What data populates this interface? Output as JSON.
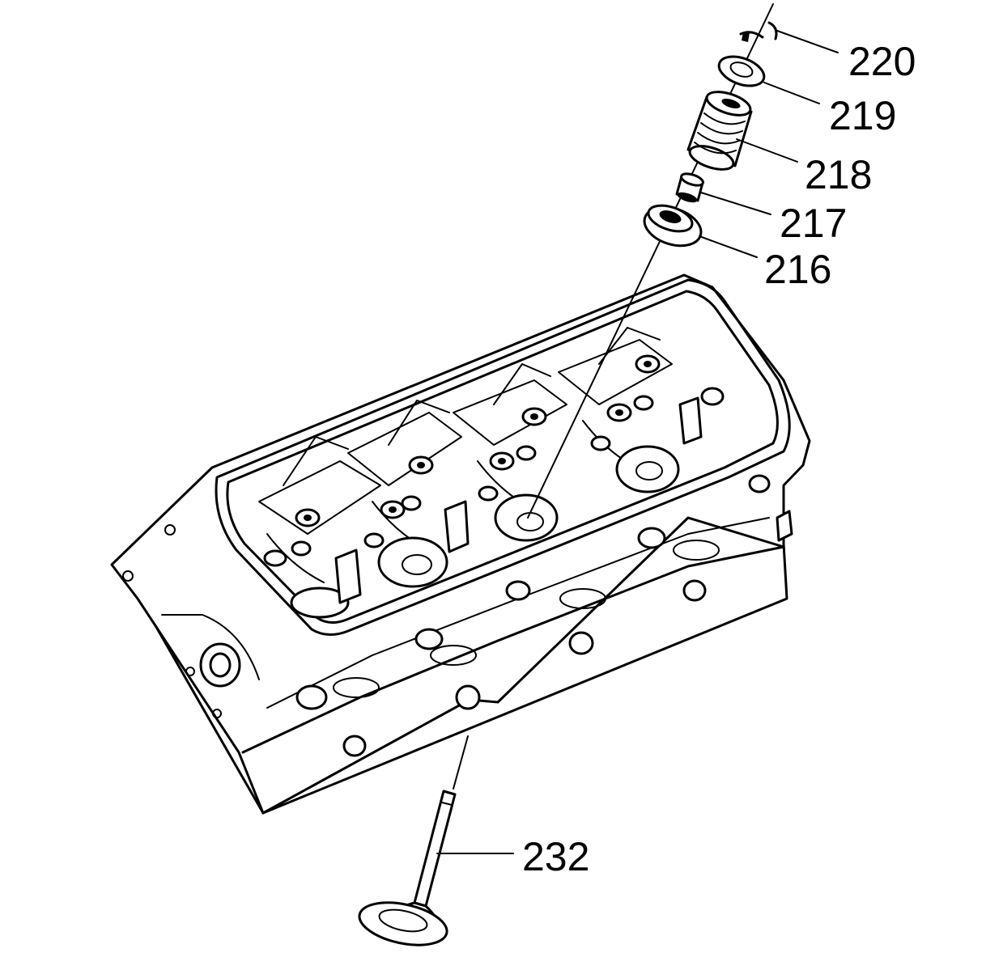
{
  "figure": {
    "callouts": [
      {
        "id": "valve-stem-key",
        "label": "220"
      },
      {
        "id": "valve-spring-cap",
        "label": "219"
      },
      {
        "id": "valve-spring",
        "label": "218"
      },
      {
        "id": "valve-stem-oil-seal",
        "label": "217"
      },
      {
        "id": "valve-spring-shim",
        "label": "216"
      },
      {
        "id": "valve",
        "label": "232"
      }
    ]
  }
}
